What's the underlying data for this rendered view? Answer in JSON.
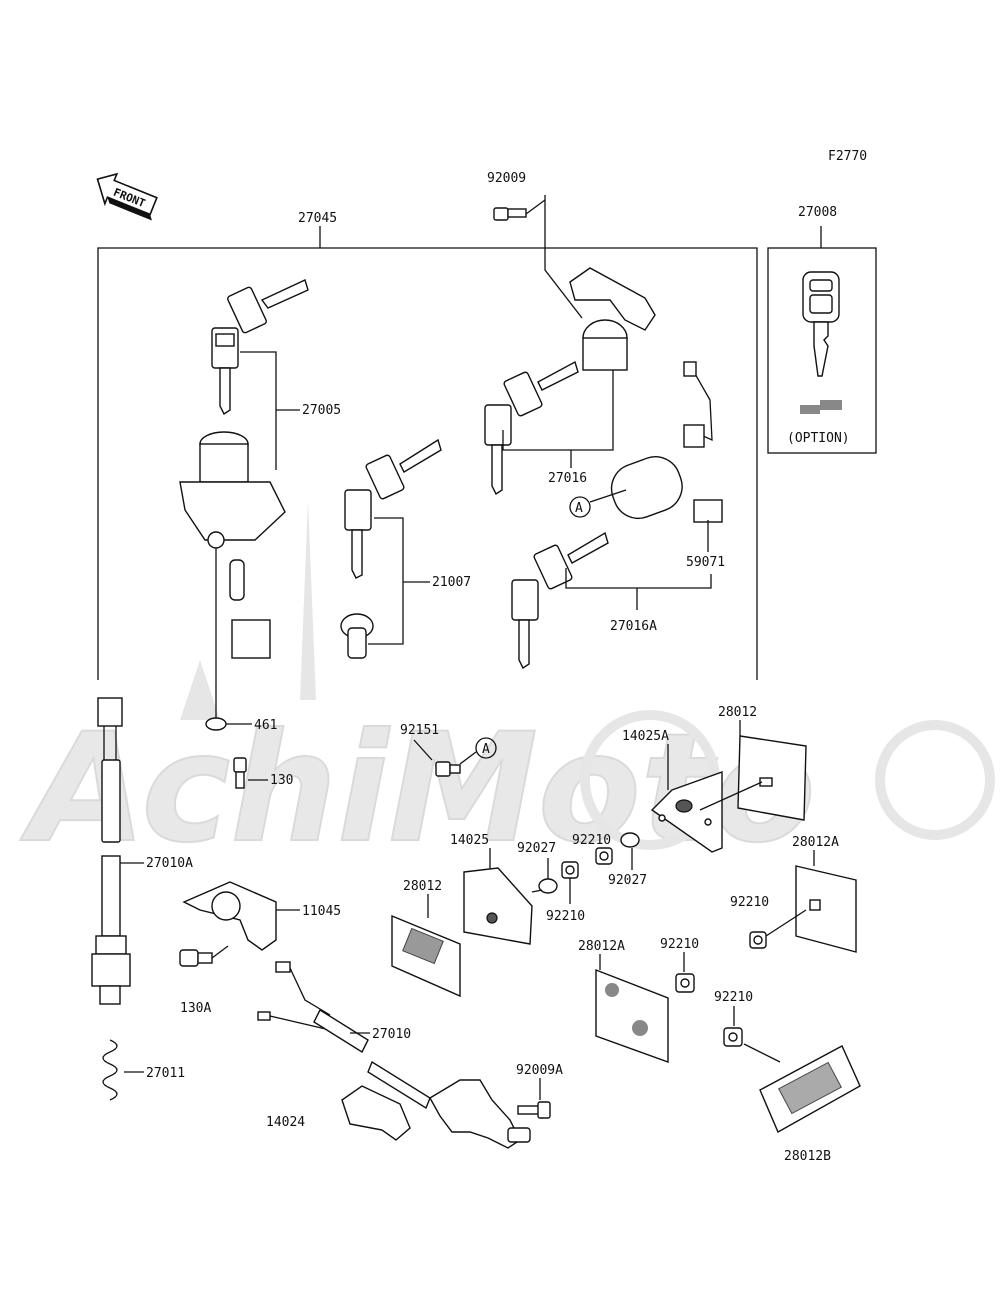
{
  "figure_code": "F2770",
  "front_label": "FRONT",
  "callout_a": "A",
  "option_label": "(OPTION)",
  "watermark": "AchiMoto",
  "parts": [
    "92009",
    "27045",
    "27008",
    "27005",
    "27016",
    "21007",
    "59071",
    "27016A",
    "461",
    "130",
    "92151",
    "28012",
    "14025A",
    "92210",
    "27010A",
    "14025",
    "92027",
    "28012A",
    "11045",
    "130A",
    "27010",
    "92009A",
    "14024",
    "27011",
    "28012B"
  ]
}
